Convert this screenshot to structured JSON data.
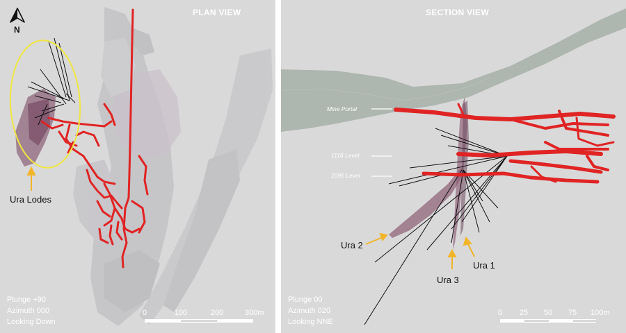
{
  "plan_view": {
    "title": "PLAN VIEW",
    "info": [
      "Plunge +90",
      "Azimuth 000",
      "Looking Down"
    ],
    "north_label": "N",
    "callout": "Ura Lodes",
    "scale": {
      "ticks": [
        "0",
        "100",
        "200",
        "300m"
      ]
    },
    "colors": {
      "background": "#d9d9d9",
      "drives": "#e02424",
      "lode_outline": "#f0e640",
      "callout_arrow": "#f2b52a"
    }
  },
  "section_view": {
    "title": "SECTION VIEW",
    "info": [
      "Plunge 00",
      "Azimuth 020",
      "Looking NNE"
    ],
    "levels": [
      "Mine Portal",
      "1116 Level",
      "1095 Level"
    ],
    "callouts": [
      "Ura 2",
      "Ura 3",
      "Ura 1"
    ],
    "scale": {
      "ticks": [
        "0",
        "25",
        "50",
        "75",
        "100m"
      ]
    },
    "colors": {
      "topography": "#a9b1ab",
      "drives": "#e02424",
      "lodes": "#8c5c74"
    }
  }
}
